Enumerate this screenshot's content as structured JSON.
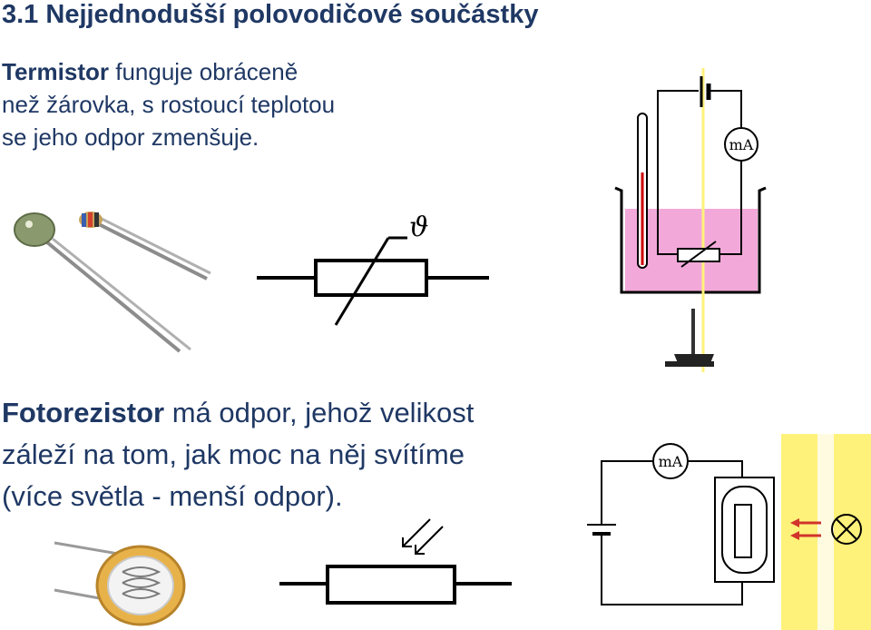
{
  "title": "3.1 Nejjednodušší polovodičové součástky",
  "thermistor": {
    "term": "Termistor",
    "line1_rest": " funguje obráceně",
    "line2": "než žárovka, s rostoucí teplotou",
    "line3": "se jeho odpor zmenšuje.",
    "symbol_label": "ϑ",
    "meter_label": "mA"
  },
  "photoresistor": {
    "term": "Fotorezistor",
    "line1_rest": " má odpor, jehož velikost",
    "line2": "záleží na tom, jak moc na něj svítíme",
    "line3": "(více světla - menší odpor).",
    "meter_label": "mA"
  },
  "colors": {
    "text": "#1f3864",
    "liquid": "#f2a9d9",
    "glow": "#fff27a",
    "arrow_red": "#d0342c"
  }
}
